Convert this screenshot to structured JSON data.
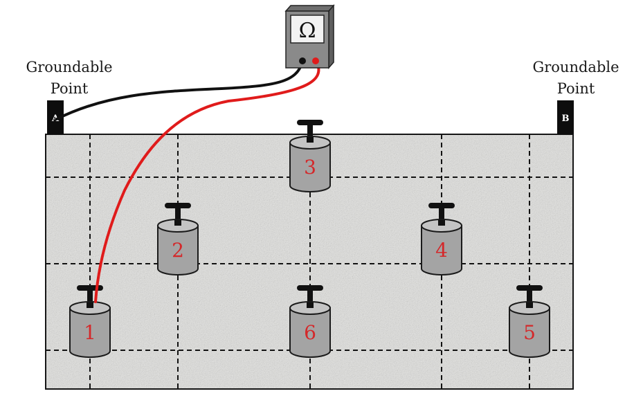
{
  "labels": {
    "left_line1": "Groundable",
    "left_line2": "Point",
    "right_line1": "Groundable",
    "right_line2": "Point"
  },
  "points": {
    "a": "A",
    "b": "B"
  },
  "meter": {
    "symbol": "Ω"
  },
  "electrodes": [
    {
      "id": "1",
      "label": "1"
    },
    {
      "id": "2",
      "label": "2"
    },
    {
      "id": "3",
      "label": "3"
    },
    {
      "id": "4",
      "label": "4"
    },
    {
      "id": "5",
      "label": "5"
    },
    {
      "id": "6",
      "label": "6"
    }
  ],
  "colors": {
    "ground_fill": "#e6e6e4",
    "electrode_body": "#a4a4a4",
    "electrode_label": "#d4282a",
    "red_wire": "#e01b1b",
    "black_wire": "#111111",
    "meter_body": "#8a8a8a"
  }
}
